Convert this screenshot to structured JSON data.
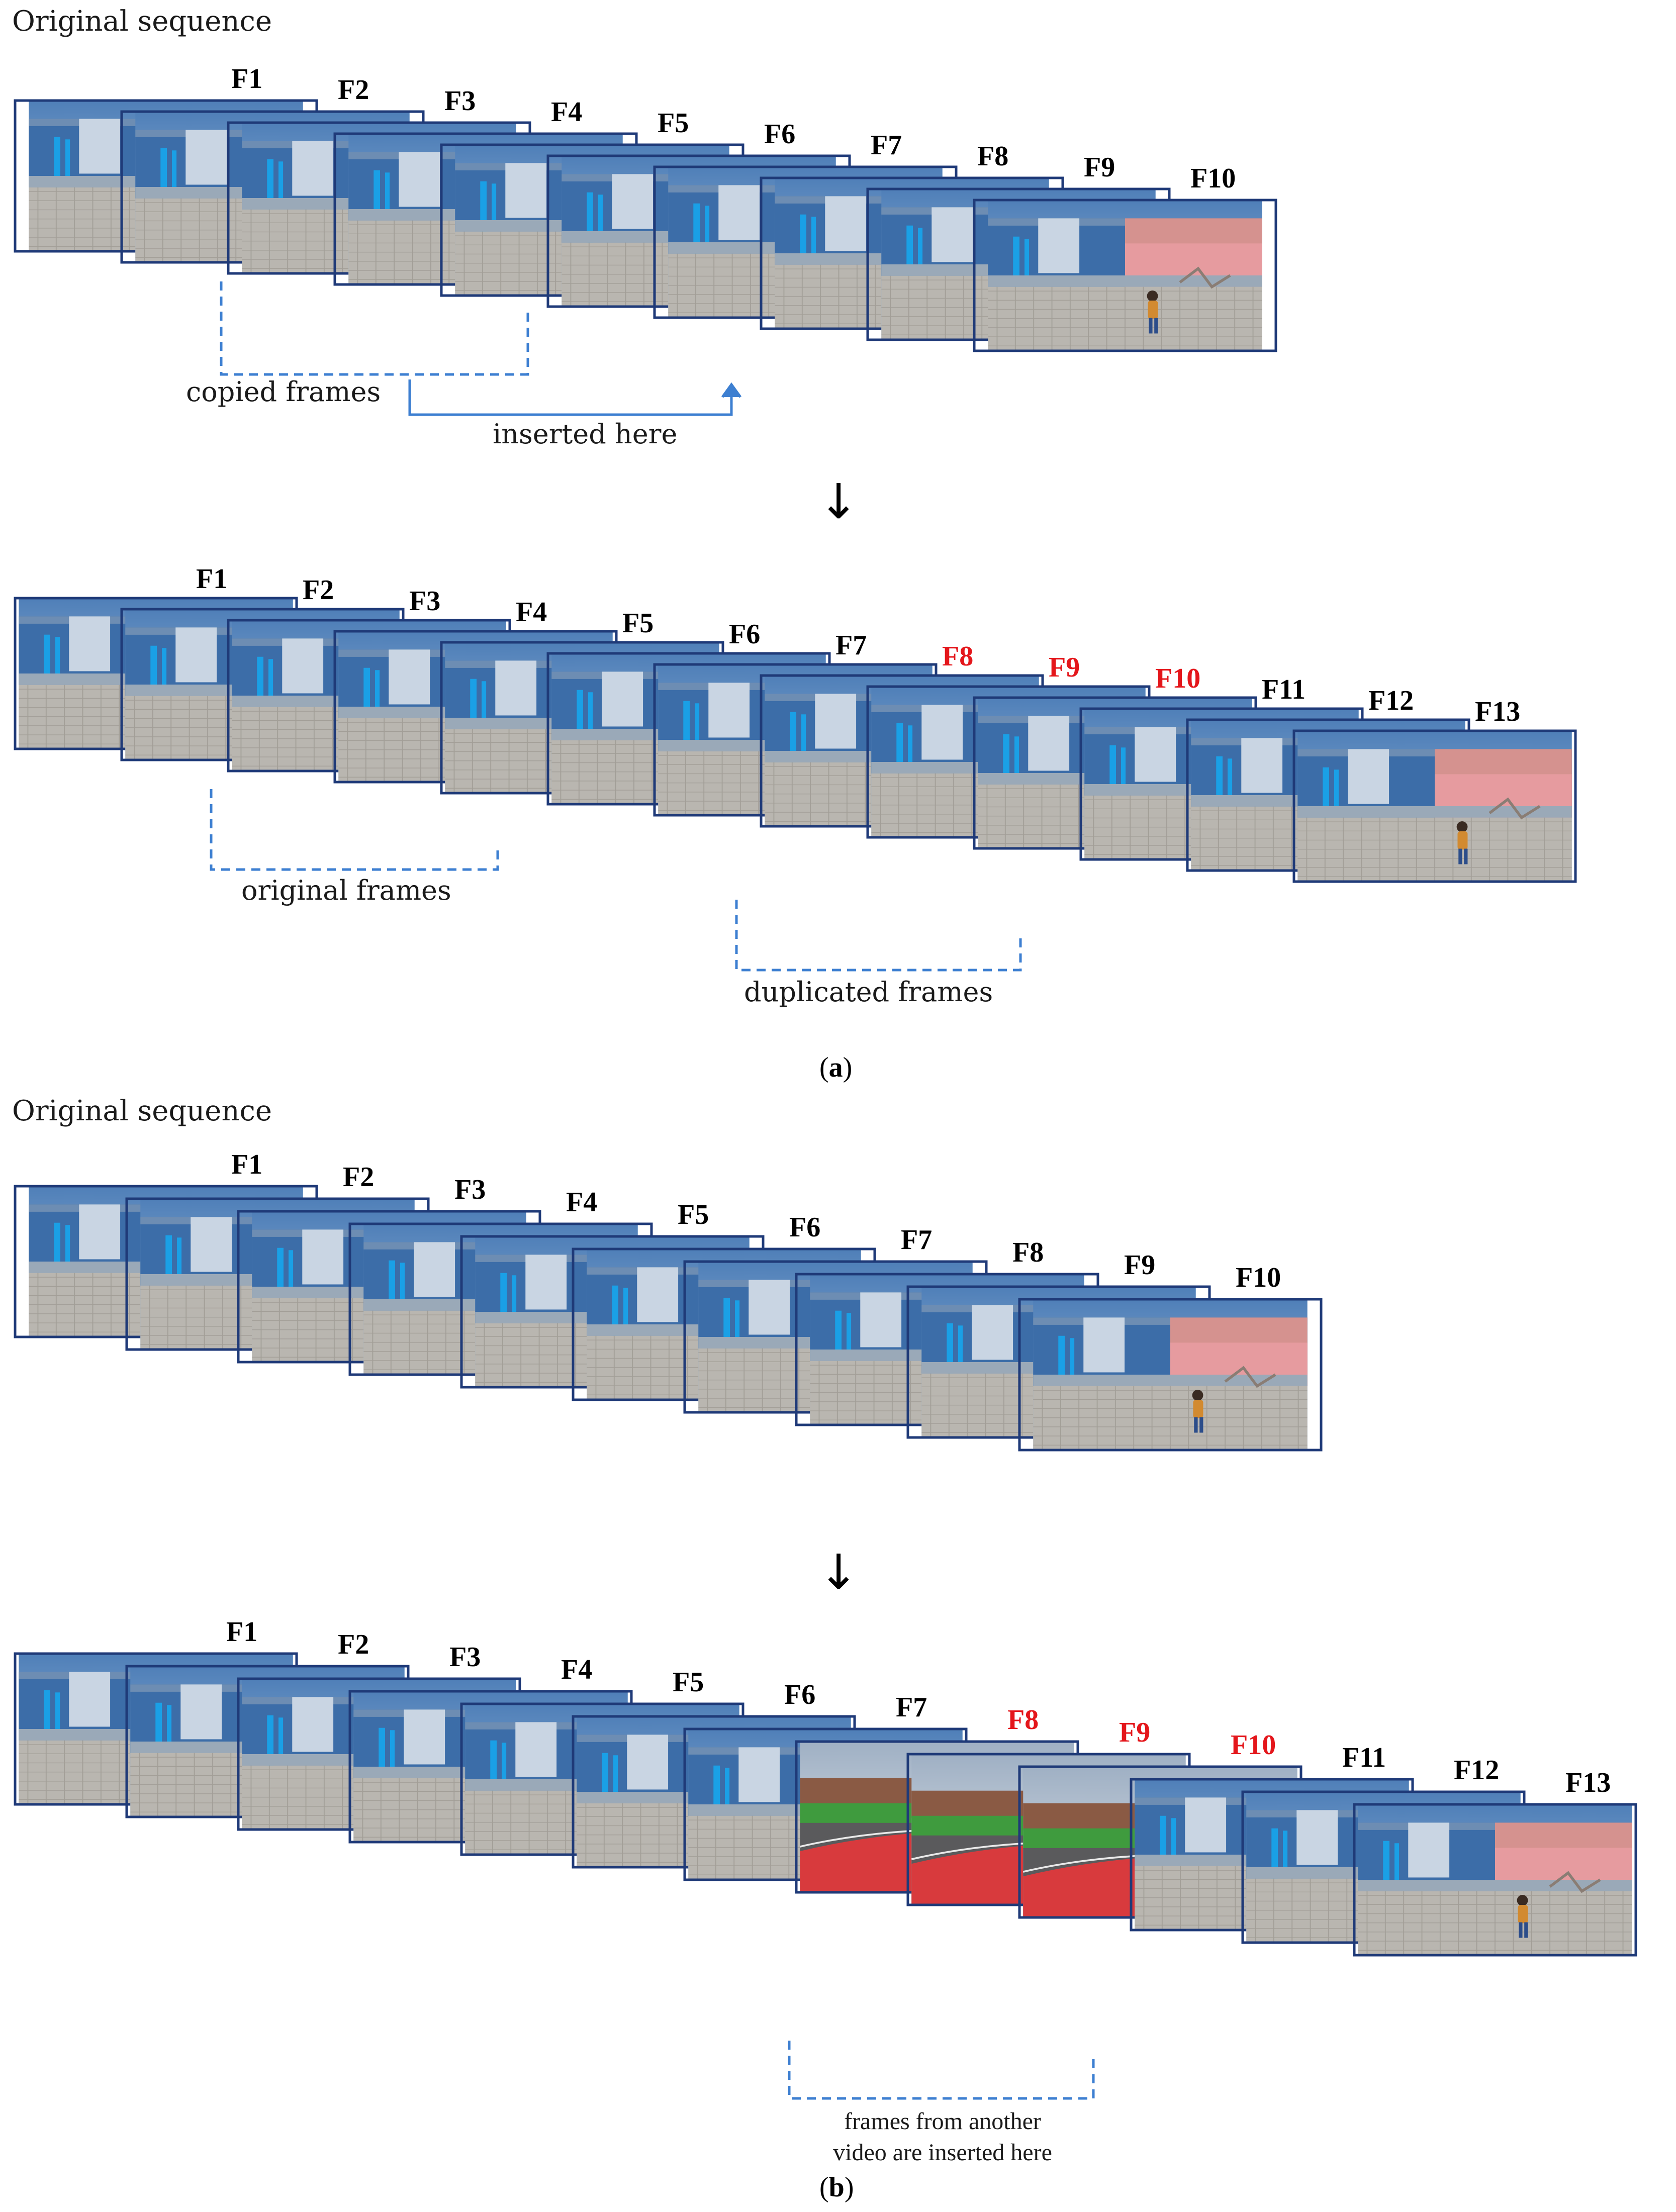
{
  "panel_a": {
    "header": "Original sequence",
    "original_labels": [
      "F1",
      "F2",
      "F3",
      "F4",
      "F5",
      "F6",
      "F7",
      "F8",
      "F9",
      "F10"
    ],
    "copied_note": "copied frames",
    "inserted_note": "inserted here",
    "forged_labels": [
      "F1",
      "F2",
      "F3",
      "F4",
      "F5",
      "F6",
      "F7",
      "F8",
      "F9",
      "F10",
      "F11",
      "F12",
      "F13"
    ],
    "original_frames_note": "original frames",
    "duplicated_note": "duplicated frames",
    "caption_open": "(",
    "caption_letter": "a",
    "caption_close": ")"
  },
  "panel_b": {
    "header": "Original sequence",
    "original_labels": [
      "F1",
      "F2",
      "F3",
      "F4",
      "F5",
      "F6",
      "F7",
      "F8",
      "F9",
      "F10"
    ],
    "forged_labels": [
      "F1",
      "F2",
      "F3",
      "F4",
      "F5",
      "F6",
      "F7",
      "F8",
      "F9",
      "F10",
      "F11",
      "F12",
      "F13"
    ],
    "inserted_note_line1": "frames from another",
    "inserted_note_line2": "video are inserted here",
    "caption_open": "(",
    "caption_letter": "b",
    "caption_close": ")"
  },
  "arrow_glyph": "↓",
  "colors": {
    "highlight_label": "#e4161b",
    "bracket": "#3d7fd1",
    "frame_border": "#1f3a78"
  },
  "frame_content": {
    "street_scene": "street-scene-frame",
    "field_scene": "red-playground-frame"
  }
}
